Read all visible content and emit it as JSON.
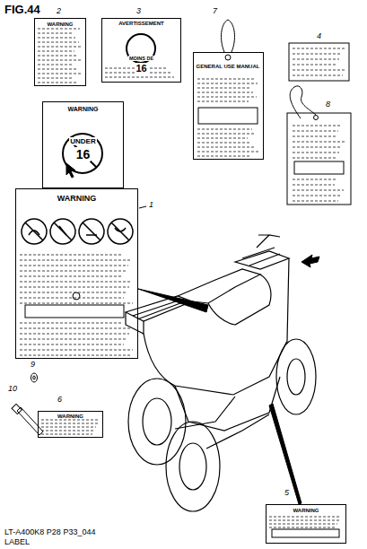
{
  "diagram": {
    "title": "FIG.44",
    "caption": "LT-A400K8 P28 P33_044",
    "nodes": [
      {
        "text": [
          "WARNING"
        ]
      },
      {
        "text": [
          "AVERTISSEMENT",
          "MOINS DE",
          "16"
        ]
      },
      {
        "text": [
          "GENERAL USE MANUAL"
        ]
      },
      {
        "text": [
          "WARNING",
          "UNDER",
          "16"
        ]
      },
      {
        "text": [
          "WARNING"
        ]
      },
      {
        "text": [
          "WARNING"
        ]
      },
      {
        "text": [
          "WARNING"
        ]
      }
    ],
    "labels": [
      "2",
      "3",
      "7",
      "4",
      "8",
      "1",
      "10",
      "9",
      "6",
      "5",
      "LABEL"
    ]
  }
}
